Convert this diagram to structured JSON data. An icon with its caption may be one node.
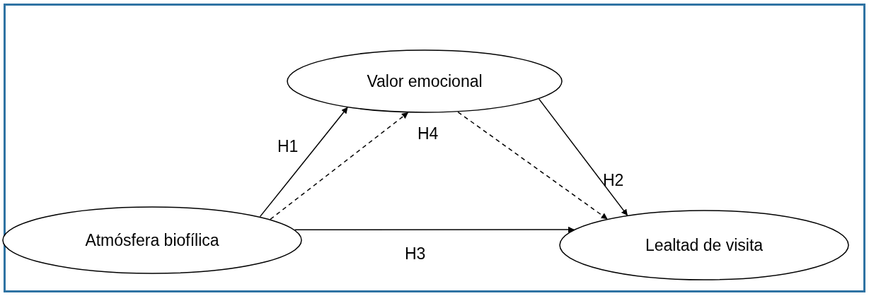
{
  "diagram": {
    "nodes": [
      {
        "text": [
          "Valor emocional"
        ]
      },
      {
        "text": [
          "Atmósfera biofílica"
        ]
      },
      {
        "text": [
          "Lealtad de visita"
        ]
      }
    ],
    "edges": [
      {
        "from": 1,
        "to": 0,
        "arrow": "to",
        "label": "H1"
      },
      {
        "from": 1,
        "to": 0,
        "arrow": "to",
        "style": "dashed"
      },
      {
        "from": 0,
        "to": 2,
        "arrow": "to",
        "style": "dashed"
      },
      {
        "from": 0,
        "to": 2,
        "arrow": "to",
        "label": "H2"
      },
      {
        "from": 1,
        "to": 2,
        "arrow": "to",
        "label": "H3"
      }
    ],
    "labels": [
      "H4"
    ]
  }
}
